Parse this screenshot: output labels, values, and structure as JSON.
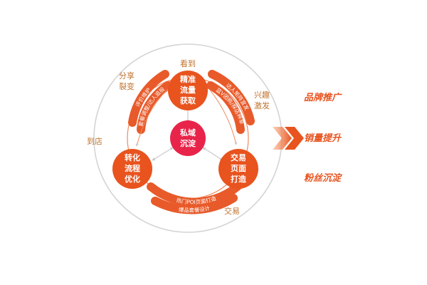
{
  "outer_labels": {
    "top": "看到",
    "upper_left": [
      "分享",
      "裂变"
    ],
    "upper_right": [
      "兴趣",
      "激发"
    ],
    "left": "到店",
    "bottom_right": "交易"
  },
  "nodes": {
    "top": [
      "精准",
      "流量",
      "获取"
    ],
    "left": [
      "转化",
      "流程",
      "优化"
    ],
    "right": [
      "交易",
      "页面",
      "打造"
    ],
    "center": [
      "私域",
      "沉淀"
    ]
  },
  "bands": {
    "left_outer": "评价维护",
    "left_inner": "套餐调整/达人追投",
    "right_outer": "达人矩阵宣发",
    "right_inner": "蓝V团购/探店种草",
    "bottom_inner": "热门POI页面打造",
    "bottom_outer": "爆品套餐设计"
  },
  "outcomes": [
    "品牌推广",
    "销量提升",
    "粉丝沉淀"
  ],
  "colors": {
    "node": "#e8531e",
    "center": "#e8244a",
    "band": "#e85a2a",
    "outer_ring": "#c9c9c9",
    "inner_ring": "#f08a5d",
    "accent": "#e8531e"
  },
  "icons": [
    "double-chevron-right-icon",
    "bidirectional-arrow-icon"
  ]
}
